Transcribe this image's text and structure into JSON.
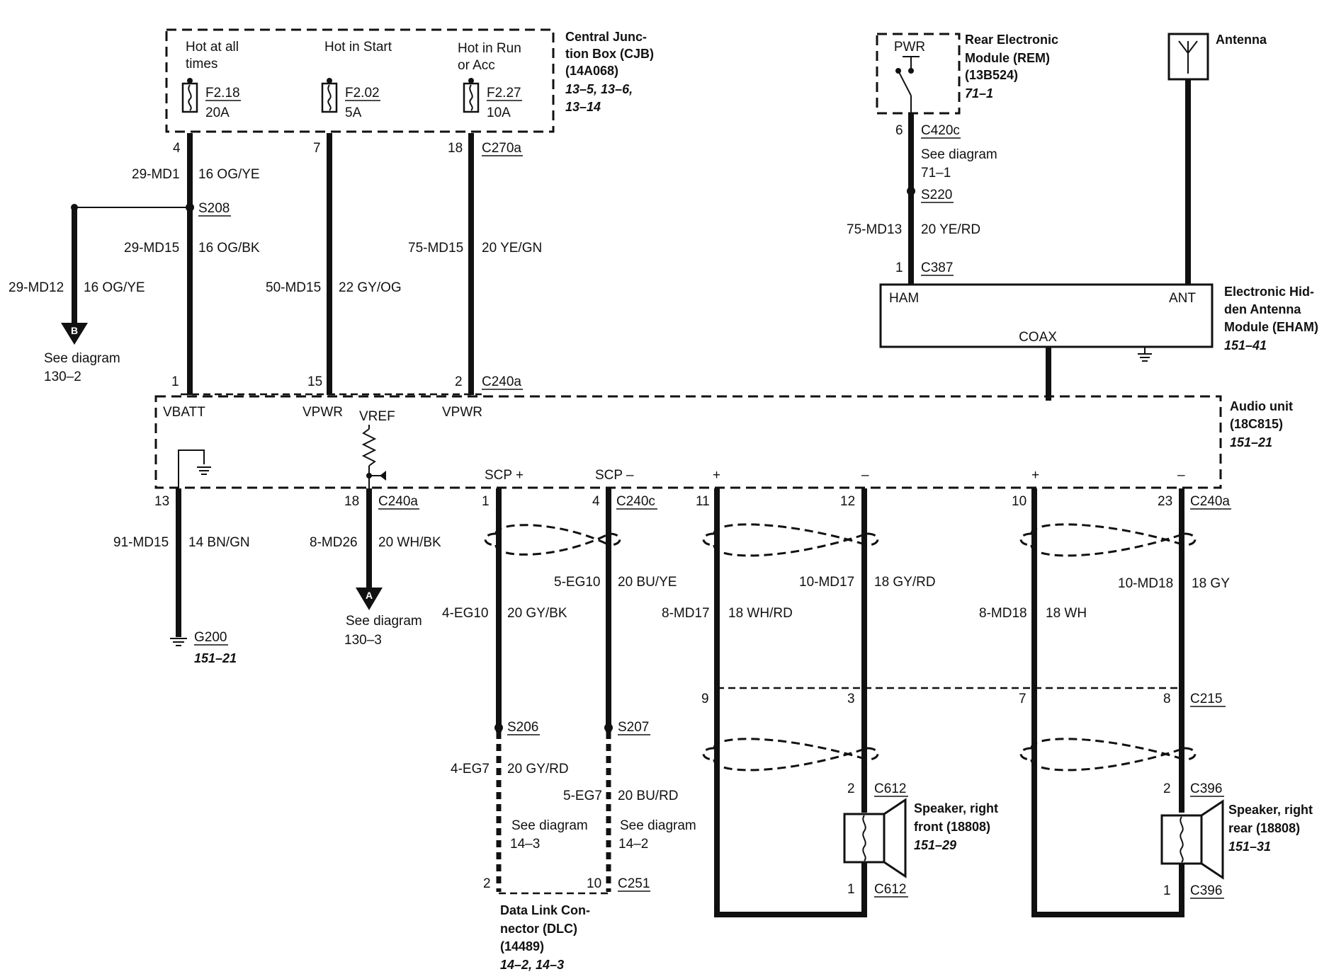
{
  "cjb": {
    "col1_line1": "Hot at all",
    "col1_line2": "times",
    "col2": "Hot in Start",
    "col3_line1": "Hot in Run",
    "col3_line2": "or Acc",
    "fuse1_id": "F2.18",
    "fuse1_amp": "20A",
    "fuse2_id": "F2.02",
    "fuse2_amp": "5A",
    "fuse3_id": "F2.27",
    "fuse3_amp": "10A",
    "title_line1": "Central Junc-",
    "title_line2": "tion Box (CJB)",
    "title_line3": "(14A068)",
    "ref_line1": "13–5, 13–6,",
    "ref_line2": "13–14"
  },
  "upper_wires": {
    "pin_4": "4",
    "pin_7": "7",
    "pin_18": "18",
    "conn_c270a": "C270a",
    "w1_circuit": "29-MD1",
    "w1_color": "16 OG/YE",
    "splice_s208": "S208",
    "w1b_circuit": "29-MD15",
    "w1b_color": "16 OG/BK",
    "branch_circuit": "29-MD12",
    "branch_color": "16 OG/YE",
    "branch_marker": "B",
    "branch_see_line1": "See diagram",
    "branch_see_line2": "130–2",
    "w2_circuit": "50-MD15",
    "w2_color": "22 GY/OG",
    "w3_circuit": "75-MD15",
    "w3_color": "20 YE/GN",
    "pin_1": "1",
    "pin_15": "15",
    "pin_2": "2",
    "conn_c240a": "C240a"
  },
  "rem": {
    "pwr": "PWR",
    "title_line1": "Rear Electronic",
    "title_line2": "Module (REM)",
    "title_line3": "(13B524)",
    "ref": "71–1",
    "pin_6": "6",
    "conn_c420c": "C420c",
    "see_line1": "See diagram",
    "see_line2": "71–1",
    "splice_s220": "S220",
    "circuit": "75-MD13",
    "color": "20 YE/RD",
    "pin_1": "1",
    "conn_c387": "C387"
  },
  "antenna": {
    "title": "Antenna"
  },
  "eham": {
    "ham": "HAM",
    "ant": "ANT",
    "coax": "COAX",
    "title_line1": "Electronic Hid-",
    "title_line2": "den Antenna",
    "title_line3": "Module (EHAM)",
    "ref": "151–41"
  },
  "audio": {
    "vbatt": "VBATT",
    "vpwr1": "VPWR",
    "vpwr2": "VPWR",
    "vref": "VREF",
    "scp_plus": "SCP +",
    "scp_minus": "SCP –",
    "plus1": "+",
    "minus1": "–",
    "plus2": "+",
    "minus2": "–",
    "title_line1": "Audio unit",
    "title_line2": "(18C815)",
    "ref": "151–21"
  },
  "lower_left": {
    "pin_13": "13",
    "w_circuit": "91-MD15",
    "w_color": "14 BN/GN",
    "ground": "G200",
    "ground_ref": "151–21",
    "pin_18": "18",
    "conn_c240a": "C240a",
    "vref_circuit": "8-MD26",
    "vref_color": "20 WH/BK",
    "marker": "A",
    "see_line1": "See diagram",
    "see_line2": "130–3"
  },
  "dlc": {
    "pin_1": "1",
    "pin_4": "4",
    "conn_c240c": "C240c",
    "w_minus_circuit": "5-EG10",
    "w_minus_color": "20 BU/YE",
    "w_plus_circuit": "4-EG10",
    "w_plus_color": "20 GY/BK",
    "splice_s206": "S206",
    "splice_s207": "S207",
    "w_plus2_circuit": "4-EG7",
    "w_plus2_color": "20 GY/RD",
    "w_minus2_circuit": "5-EG7",
    "w_minus2_color": "20 BU/RD",
    "see1_line1": "See diagram",
    "see1_line2": "14–3",
    "see2_line1": "See diagram",
    "see2_line2": "14–2",
    "pin_2": "2",
    "pin_10": "10",
    "conn_c251": "C251",
    "title_line1": "Data Link Con-",
    "title_line2": "nector (DLC)",
    "title_line3": "(14489)",
    "ref": "14–2, 14–3"
  },
  "front_speaker": {
    "pin_11": "11",
    "pin_12": "12",
    "neg_circuit": "10-MD17",
    "neg_color": "18 GY/RD",
    "pos_circuit": "8-MD17",
    "pos_color": "18 WH/RD",
    "pin_9": "9",
    "pin_3": "3",
    "pin_2": "2",
    "conn_c612a": "C612",
    "pin_1": "1",
    "conn_c612b": "C612",
    "title_line1": "Speaker, right",
    "title_line2": "front (18808)",
    "ref": "151–29"
  },
  "rear_speaker": {
    "pin_10": "10",
    "pin_23": "23",
    "conn_c240a": "C240a",
    "neg_circuit": "10-MD18",
    "neg_color": "18 GY",
    "pos_circuit": "8-MD18",
    "pos_color": "18 WH",
    "pin_7": "7",
    "pin_8": "8",
    "conn_c215": "C215",
    "pin_2": "2",
    "conn_c396a": "C396",
    "pin_1": "1",
    "conn_c396b": "C396",
    "title_line1": "Speaker, right",
    "title_line2": "rear (18808)",
    "ref": "151–31"
  }
}
